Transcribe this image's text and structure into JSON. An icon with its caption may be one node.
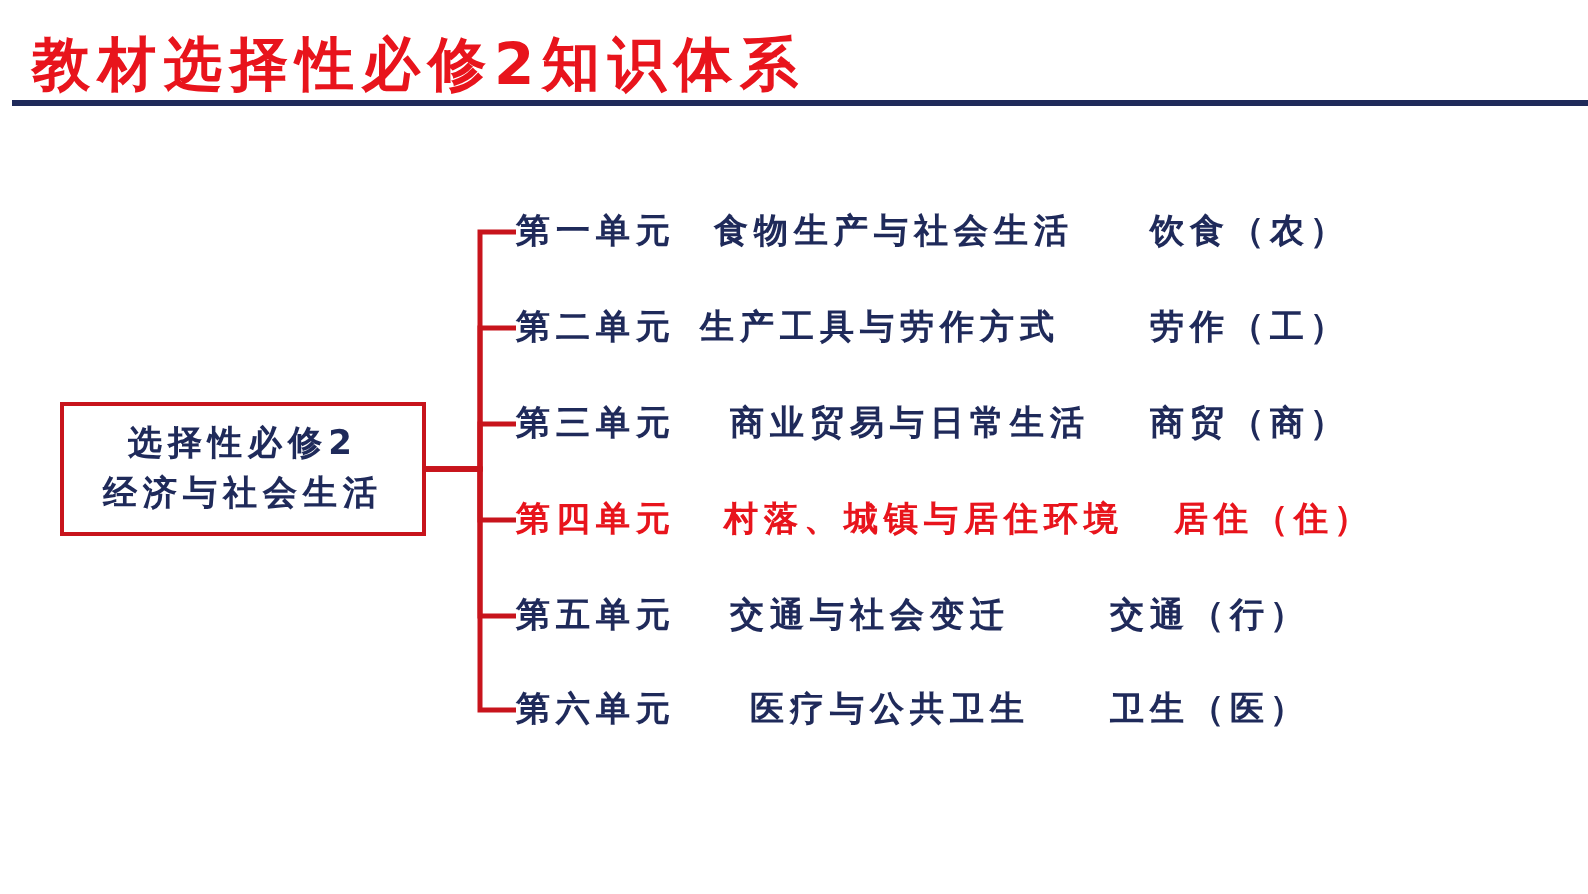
{
  "diagram": {
    "title": "教材选择性必修2知识体系",
    "nodes": [
      {
        "text": [
          "选择性必修2",
          "经济与社会生活"
        ]
      },
      {
        "text": [
          "第一单元",
          "食物生产与社会生活",
          "饮食（农）"
        ]
      },
      {
        "text": [
          "第二单元",
          "生产工具与劳作方式",
          "劳作（工）"
        ]
      },
      {
        "text": [
          "第三单元",
          "商业贸易与日常生活",
          "商贸（商）"
        ]
      },
      {
        "text": [
          "第四单元",
          "村落、城镇与居住环境",
          "居住（住）"
        ]
      },
      {
        "text": [
          "第五单元",
          "交通与社会变迁",
          "交通（行）"
        ]
      },
      {
        "text": [
          "第六单元",
          "医疗与公共卫生",
          "卫生（医）"
        ]
      }
    ],
    "edges": [
      {
        "from": 0,
        "to": 1,
        "arrow": "none"
      },
      {
        "from": 0,
        "to": 2,
        "arrow": "none"
      },
      {
        "from": 0,
        "to": 3,
        "arrow": "none"
      },
      {
        "from": 0,
        "to": 4,
        "arrow": "none"
      },
      {
        "from": 0,
        "to": 5,
        "arrow": "none"
      },
      {
        "from": 0,
        "to": 6,
        "arrow": "none"
      }
    ]
  }
}
